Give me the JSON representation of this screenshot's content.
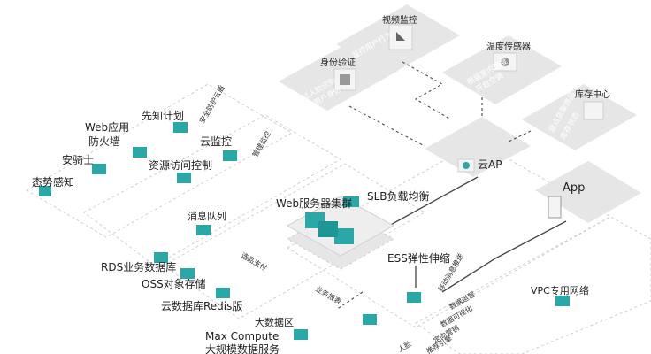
{
  "nodes": {
    "video_monitor": "视频监控",
    "temp_sensor": "温度传感器",
    "id_verify": "身份验证",
    "inventory_center": "库存中心",
    "cloud_ap": "云AP",
    "app": "App",
    "vpc": "VPC专用网络",
    "web_firewall": "Web应用\n防火墙",
    "pre_plan": "先知计划",
    "an_qishi": "安骑士",
    "situation": "态势感知",
    "cloud_monitor": "云监控",
    "resource_access": "资源访问控制",
    "message_queue": "消息队列",
    "rds": "RDS业务数据库",
    "oss": "OSS对象存储",
    "redis": "云数据库Redis版",
    "big_data": "大数据区",
    "max_compute": "Max Compute\n大规模数据服务",
    "web_cluster": "Web服务器集群",
    "slb": "SLB负载均衡",
    "ess": "ESS弹性伸缩"
  },
  "panel_texts": {
    "monitor_behavior": "监控用户行为",
    "face_verify": "通过人脸识别\n验证用户身份",
    "temp_control": "根据室内温度\n开启空调",
    "stock_check": "盘点货架商品\n库存状态",
    "security_guard": "安全\n防护\n云盾",
    "mgmt_monitor": "管理\n监控",
    "shopping_pay": "选品支付",
    "business_report": "业务报表",
    "mobile_msg": "移动\n消息\n推送",
    "data_ops": "数据运营",
    "data_vis": "数据可视化",
    "precise_marketing": "定向营销",
    "recommend": "推荐引擎",
    "face": "人脸"
  }
}
